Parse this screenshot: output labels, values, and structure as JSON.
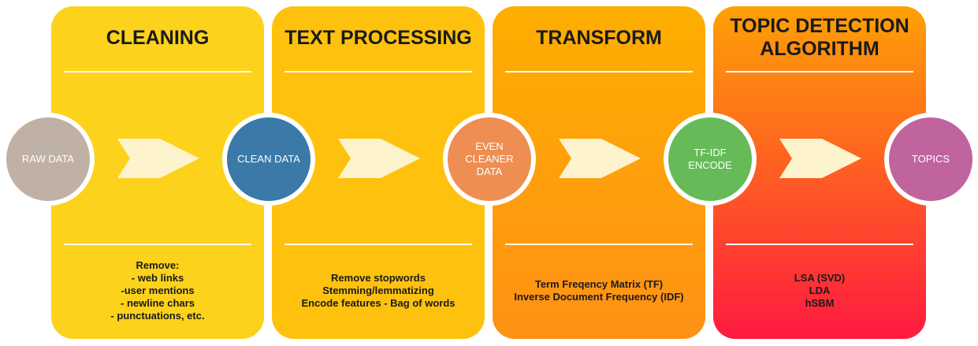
{
  "colors": {
    "panel_cleaning": "#fdd21c",
    "panel_text_processing": "#fec20e",
    "panel_transform_top": "#feae00",
    "panel_transform_bottom": "#fe9116",
    "panel_topic_top": "#fea106",
    "panel_topic_bottom": "#ff1a40",
    "node_raw": "#bfb1a6",
    "node_clean": "#3a79a8",
    "node_even": "#ee8e52",
    "node_tfidf": "#66bb58",
    "node_topics": "#c0649e",
    "arrow": "#fdf3cd"
  },
  "stages": [
    {
      "title": "CLEANING",
      "description": [
        "Remove:",
        "- web links",
        "-user mentions",
        "- newline chars",
        "- punctuations, etc."
      ]
    },
    {
      "title": "TEXT PROCESSING",
      "description": [
        "Remove stopwords",
        "Stemming/lemmatizing",
        "Encode features - Bag of words"
      ]
    },
    {
      "title": "TRANSFORM",
      "description": [
        "Term Freqency Matrix (TF)",
        "Inverse Document Frequency (IDF)"
      ]
    },
    {
      "title": "TOPIC DETECTION\nALGORITHM",
      "description": [
        "LSA (SVD)",
        "LDA",
        "hSBM"
      ]
    }
  ],
  "nodes": [
    {
      "label": "RAW DATA"
    },
    {
      "label": "CLEAN DATA"
    },
    {
      "label": "EVEN\nCLEANER\nDATA"
    },
    {
      "label": "TF-IDF\nENCODE"
    },
    {
      "label": "TOPICS"
    }
  ]
}
